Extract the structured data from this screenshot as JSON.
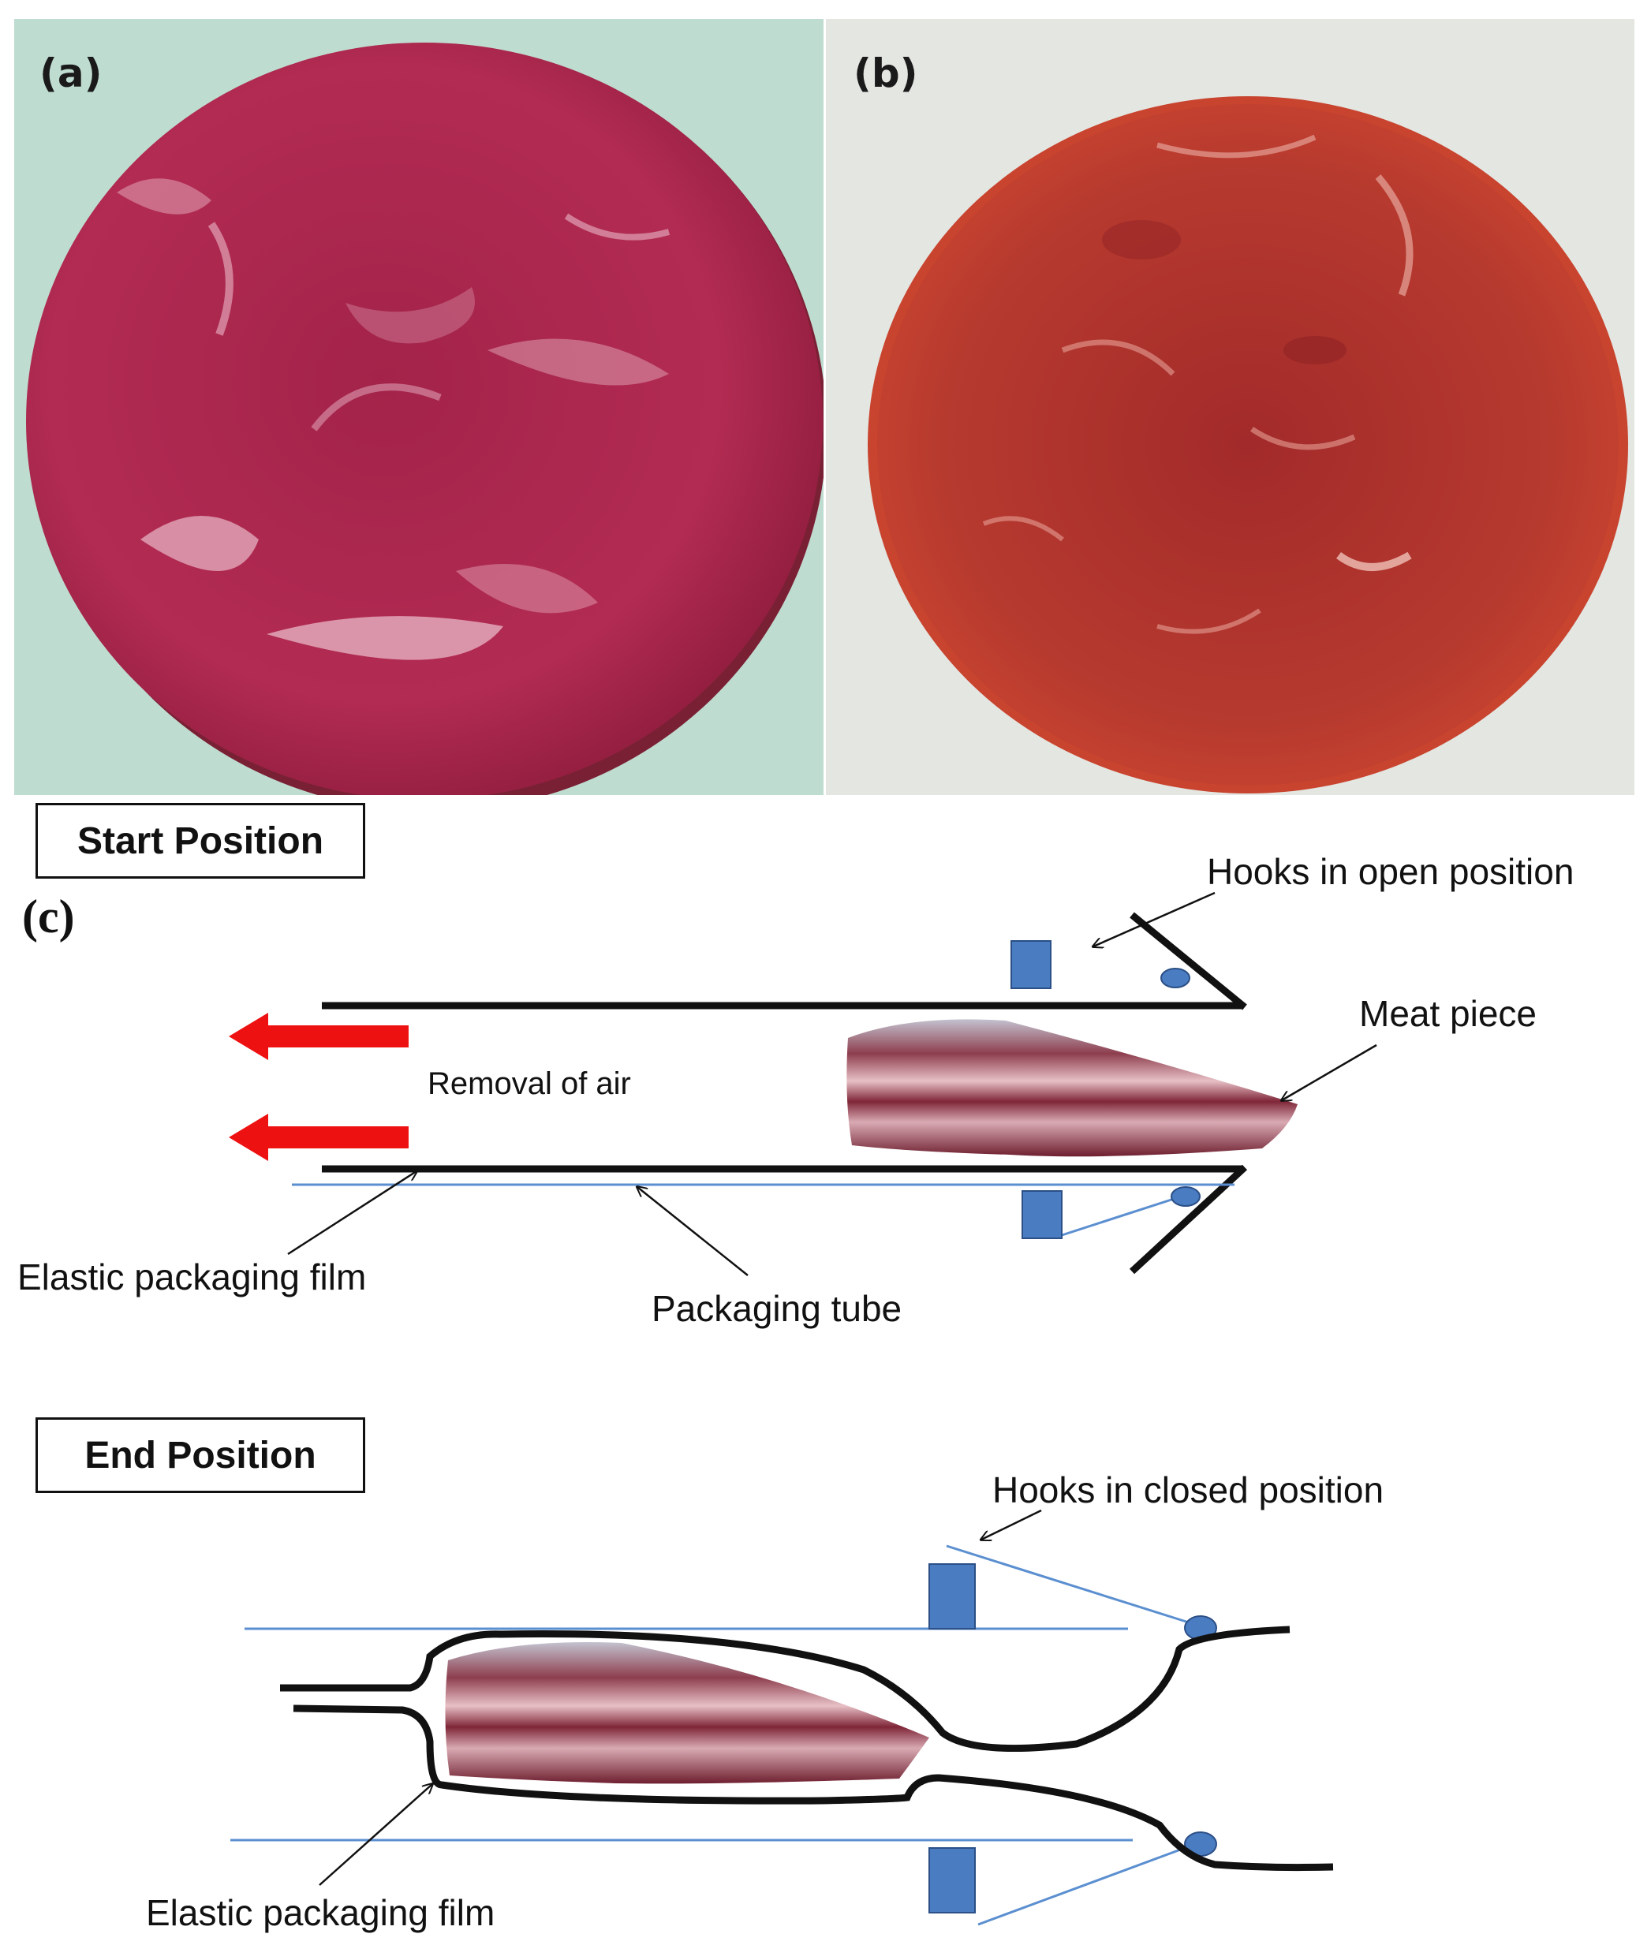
{
  "panels": {
    "a": {
      "label": "(a)"
    },
    "b": {
      "label": "(b)"
    },
    "c": {
      "label": "(c)"
    }
  },
  "start": {
    "title": "Start Position",
    "hooks_label": "Hooks in open position",
    "meat_label": "Meat piece",
    "air_label": "Removal of air",
    "film_label": "Elastic packaging film",
    "tube_label": "Packaging tube"
  },
  "end": {
    "title": "End Position",
    "hooks_label": "Hooks in closed position",
    "film_label": "Elastic packaging film"
  },
  "colors": {
    "meat_fresh": "#b5264b",
    "meat_aged": "#b0302c",
    "arrow_red": "#ee1111",
    "hook_blue": "#4a7cc2",
    "film_blue": "#5b8fd0"
  }
}
